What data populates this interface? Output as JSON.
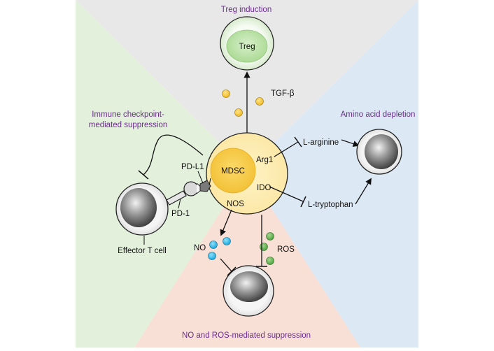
{
  "headers": {
    "treg_induction": "Treg induction",
    "amino_acid_depletion": "Amino acid depletion",
    "checkpoint_line1": "Immune checkpoint-",
    "checkpoint_line2": "mediated suppression",
    "no_ros": "NO and ROS-mediated suppression"
  },
  "cells": {
    "mdsc": "MDSC",
    "treg": "Treg",
    "effector_t_cell": "Effector T cell"
  },
  "molecules": {
    "tgf_beta": "TGF-β",
    "arg1": "Arg1",
    "ido": "IDO",
    "nos": "NOS",
    "l_arginine": "L-arginine",
    "l_tryptophan": "L-tryptophan",
    "pd_l1": "PD-L1",
    "pd_1": "PD-1",
    "no": "NO",
    "ros": "ROS"
  },
  "colors": {
    "treg_sector": "#e8e8e8",
    "amino_acid_sector": "#dde8f5",
    "no_ros_sector": "#f8e0d6",
    "checkpoint_sector": "#e2f0dc",
    "header_text": "#6b2c8f",
    "tgf_dots": "#f5c12e",
    "no_dots": "#29b6e8",
    "ros_dots": "#5ab04a",
    "mdsc_nucleus": "#f7cb3e",
    "treg_nucleus": "#b8e0a6"
  }
}
